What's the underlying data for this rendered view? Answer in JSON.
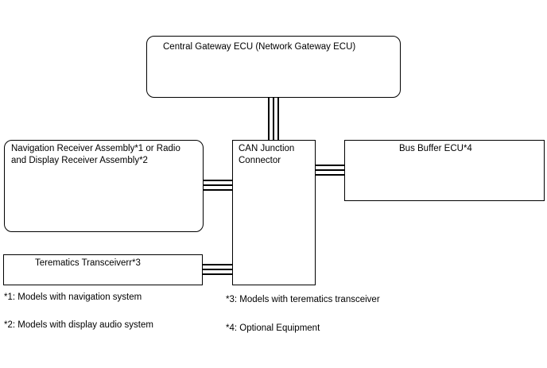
{
  "boxes": {
    "gateway": {
      "label": "Central Gateway ECU (Network Gateway ECU)"
    },
    "navigation": {
      "label": "Navigation Receiver Assembly*1 or Radio\nand Display Receiver Assembly*2"
    },
    "can_junction": {
      "label": "CAN Junction\nConnector"
    },
    "bus_buffer": {
      "label": "Bus Buffer ECU*4"
    },
    "telematics": {
      "label": "Terematics Transceiverr*3"
    }
  },
  "notes": {
    "note1": "*1: Models with navigation system",
    "note2": "*2: Models with display audio system",
    "note3": "*3: Models with terematics transceiver",
    "note4": "*4: Optional Equipment"
  }
}
